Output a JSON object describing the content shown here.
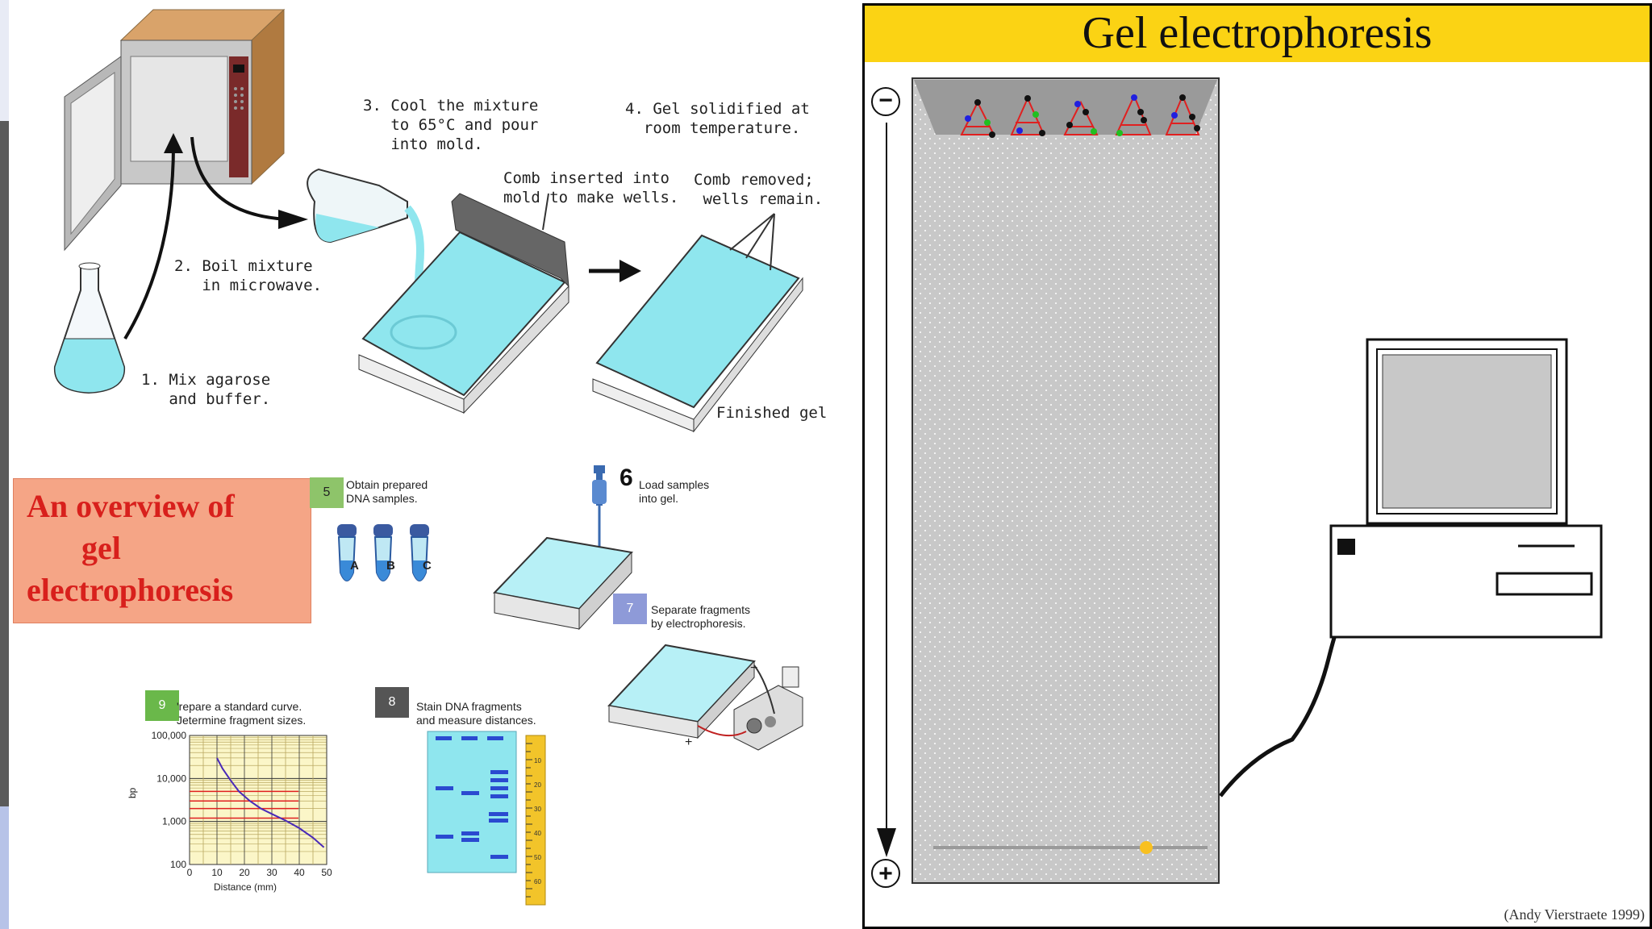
{
  "left": {
    "steps": {
      "s1": [
        "1. Mix agarose",
        "   and buffer."
      ],
      "s2": [
        "2. Boil mixture",
        "   in microwave."
      ],
      "s3": [
        "3. Cool the mixture",
        "   to 65°C and pour",
        "   into mold."
      ],
      "s4": [
        "4. Gel solidified at",
        "  room temperature."
      ],
      "comb_in": [
        "Comb inserted into",
        "mold to make wells."
      ],
      "comb_out": [
        "Comb removed;",
        " wells remain."
      ],
      "finished": "Finished gel"
    },
    "overview_title": [
      "An overview of",
      "gel",
      "electrophoresis"
    ],
    "step5": {
      "num": "5",
      "text": [
        "Obtain prepared",
        "DNA samples."
      ],
      "tubes": [
        "A",
        "B",
        "C"
      ]
    },
    "step6": {
      "num": "6",
      "text": [
        "Load samples",
        "into gel."
      ]
    },
    "step7": {
      "num": "7",
      "text": [
        "Separate fragments",
        "by electrophoresis."
      ],
      "plus": "+",
      "minus": "−"
    },
    "step8": {
      "num": "8",
      "text": [
        "Stain DNA fragments",
        "and measure distances."
      ],
      "ruler_ticks": [
        "10",
        "20",
        "30",
        "40",
        "50",
        "60"
      ]
    },
    "step9": {
      "num": "9",
      "text": [
        "'repare a standard curve.",
        "Jetermine fragment sizes."
      ]
    },
    "colors": {
      "step5": "#8ec46a",
      "step6": "#ffffff",
      "step7": "#8e9ad8",
      "step8": "#555555",
      "step9": "#6ab84a",
      "gel": "#8fe6ee"
    }
  },
  "chart_data": {
    "type": "line",
    "title": "",
    "xlabel": "Distance (mm)",
    "ylabel": "bp",
    "ylog": true,
    "xlim": [
      0,
      50
    ],
    "ylim": [
      100,
      100000
    ],
    "x_ticks": [
      "0",
      "10",
      "20",
      "30",
      "40",
      "50"
    ],
    "y_ticks": [
      "100",
      "1,000",
      "10,000",
      "100,000"
    ],
    "series": [
      {
        "color": "#4a2ab8",
        "x": [
          10,
          12,
          15,
          18,
          22,
          26,
          30,
          35,
          40,
          45,
          49
        ],
        "y": [
          30000,
          17000,
          9000,
          5000,
          3000,
          2000,
          1500,
          1050,
          700,
          420,
          250
        ]
      }
    ],
    "red_lines_y": [
      5000,
      3000,
      2000,
      1200
    ],
    "grid": true
  },
  "right": {
    "title": "Gel electrophoresis",
    "neg": "−",
    "pos": "+",
    "credit": "(Andy Vierstraete 1999)",
    "gel_color": "#c8c8c8",
    "title_bg": "#fbd314"
  }
}
